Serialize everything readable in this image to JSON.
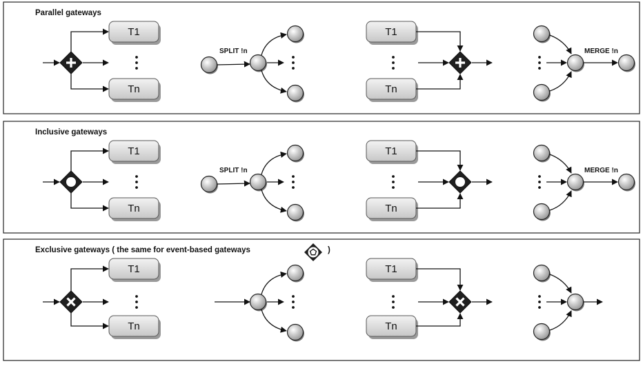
{
  "panels": [
    {
      "title": "Parallel gateways",
      "title_suffix": "",
      "gateway_marker": "plus-icon",
      "tasks": [
        "T1",
        "Tn"
      ],
      "split_label": "SPLIT !n",
      "merge_label": "MERGE !n"
    },
    {
      "title": "Inclusive gateways",
      "title_suffix": "",
      "gateway_marker": "circle-icon",
      "tasks": [
        "T1",
        "Tn"
      ],
      "split_label": "SPLIT !n",
      "merge_label": "MERGE !n"
    },
    {
      "title": "Exclusive gateways ( the same for event-based gateways",
      "title_suffix": ")",
      "gateway_marker": "x-icon",
      "title_icon": "pentagon-in-circle-icon",
      "tasks": [
        "T1",
        "Tn"
      ],
      "split_label": "",
      "merge_label": ""
    }
  ],
  "ellipsis": "⋮",
  "colors": {
    "gateway": "#1f1f1f",
    "task_fill": "#dcdcdc",
    "token_fill": "#bdbdbd",
    "line": "#111111"
  }
}
